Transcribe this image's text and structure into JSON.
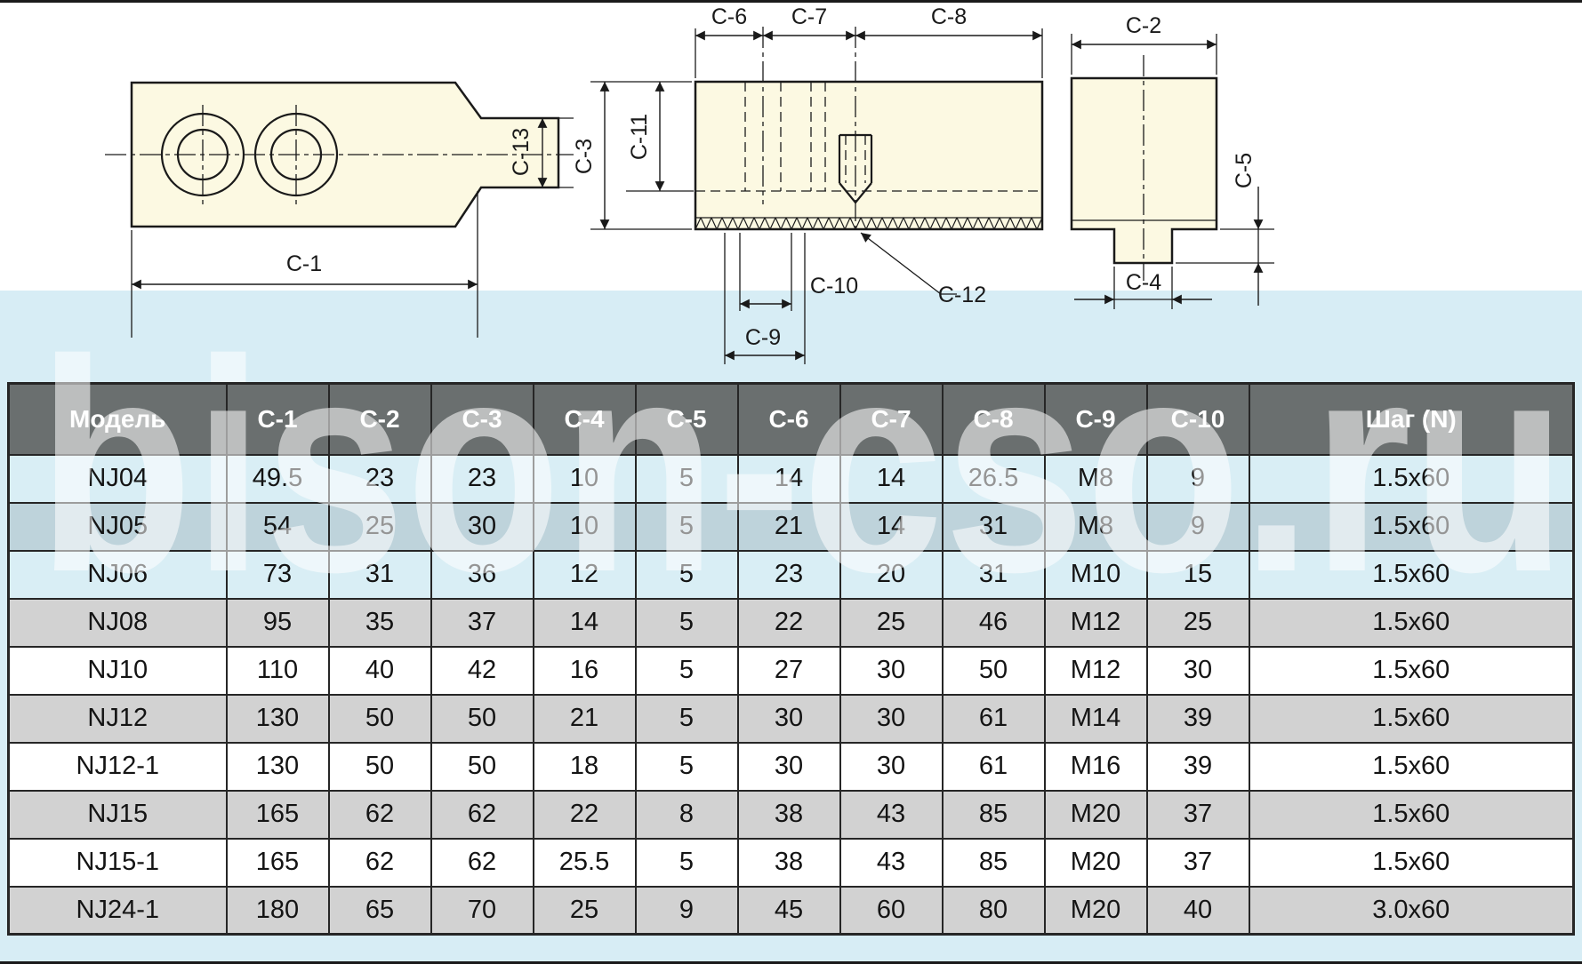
{
  "watermark": {
    "text": "bison-cso.ru"
  },
  "drawings": {
    "labels": {
      "c1": "C-1",
      "c2": "C-2",
      "c3": "C-3",
      "c4": "C-4",
      "c5": "C-5",
      "c6": "C-6",
      "c7": "C-7",
      "c8": "C-8",
      "c9": "C-9",
      "c10": "C-10",
      "c11": "C-11",
      "c12": "C-12",
      "c13": "C-13"
    }
  },
  "table": {
    "headers": [
      "Модель",
      "C-1",
      "C-2",
      "C-3",
      "C-4",
      "C-5",
      "C-6",
      "C-7",
      "C-8",
      "C-9",
      "C-10",
      "Шаг (N)"
    ],
    "rows": [
      [
        "NJ04",
        "49.5",
        "23",
        "23",
        "10",
        "5",
        "14",
        "14",
        "26.5",
        "M8",
        "9",
        "1.5x60"
      ],
      [
        "NJ05",
        "54",
        "25",
        "30",
        "10",
        "5",
        "21",
        "14",
        "31",
        "M8",
        "9",
        "1.5x60"
      ],
      [
        "NJ06",
        "73",
        "31",
        "36",
        "12",
        "5",
        "23",
        "20",
        "31",
        "M10",
        "15",
        "1.5x60"
      ],
      [
        "NJ08",
        "95",
        "35",
        "37",
        "14",
        "5",
        "22",
        "25",
        "46",
        "M12",
        "25",
        "1.5x60"
      ],
      [
        "NJ10",
        "110",
        "40",
        "42",
        "16",
        "5",
        "27",
        "30",
        "50",
        "M12",
        "30",
        "1.5x60"
      ],
      [
        "NJ12",
        "130",
        "50",
        "50",
        "21",
        "5",
        "30",
        "30",
        "61",
        "M14",
        "39",
        "1.5x60"
      ],
      [
        "NJ12-1",
        "130",
        "50",
        "50",
        "18",
        "5",
        "30",
        "30",
        "61",
        "M16",
        "39",
        "1.5x60"
      ],
      [
        "NJ15",
        "165",
        "62",
        "62",
        "22",
        "8",
        "38",
        "43",
        "85",
        "M20",
        "37",
        "1.5x60"
      ],
      [
        "NJ15-1",
        "165",
        "62",
        "62",
        "25.5",
        "5",
        "38",
        "43",
        "85",
        "M20",
        "37",
        "1.5x60"
      ],
      [
        "NJ24-1",
        "180",
        "65",
        "70",
        "25",
        "9",
        "45",
        "60",
        "80",
        "M20",
        "40",
        "3.0x60"
      ]
    ]
  },
  "colors": {
    "band": "#d7edf5",
    "header_bg": "#6a6f6f",
    "header_text": "#ffffff",
    "row_gray": "#d2d2d2",
    "row_white": "#ffffff",
    "row_tint_light": "#d9eef5",
    "row_tint_gray": "#bed3db",
    "drawing_fill": "#fcf9e2",
    "line": "#1a1a1a",
    "watermark": "#ffffff"
  }
}
